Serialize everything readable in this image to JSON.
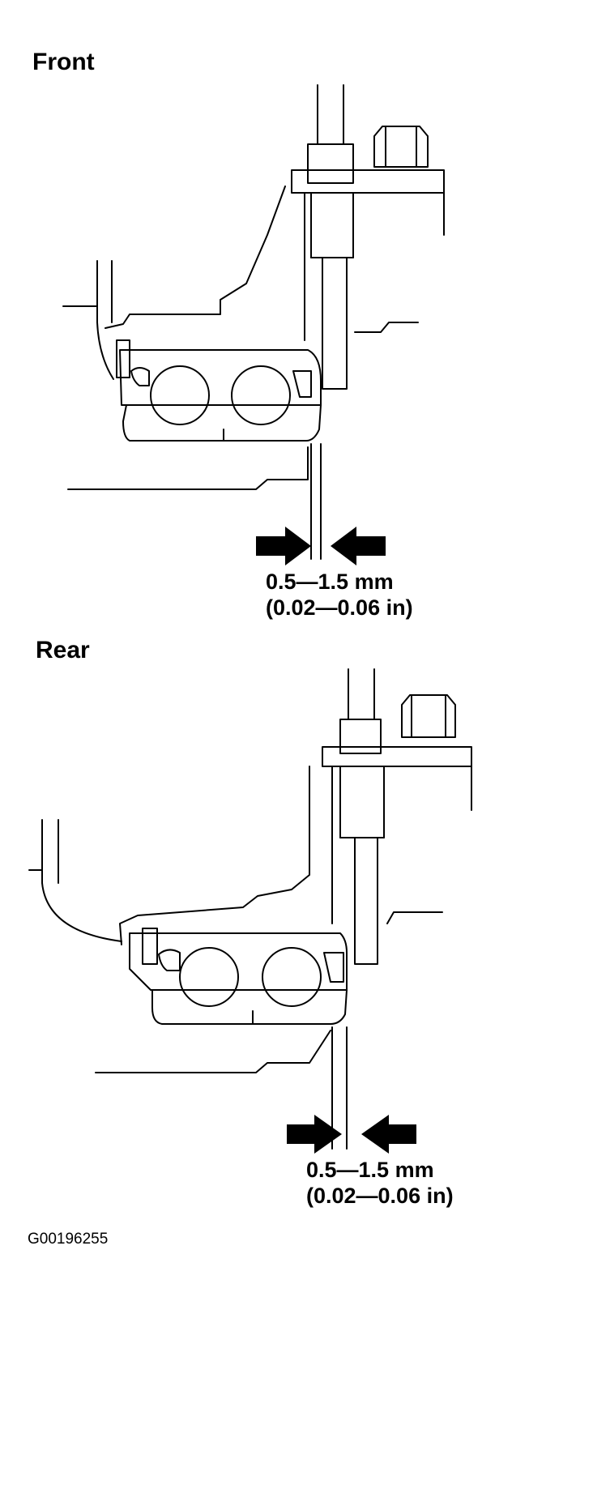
{
  "figure_id": "G00196255",
  "sections": [
    {
      "id": "front",
      "title": "Front",
      "clearance_metric": "0.5—1.5 mm",
      "clearance_imperial": "(0.02—0.06 in)"
    },
    {
      "id": "rear",
      "title": "Rear",
      "clearance_metric": "0.5—1.5 mm",
      "clearance_imperial": "(0.02—0.06 in)"
    }
  ]
}
